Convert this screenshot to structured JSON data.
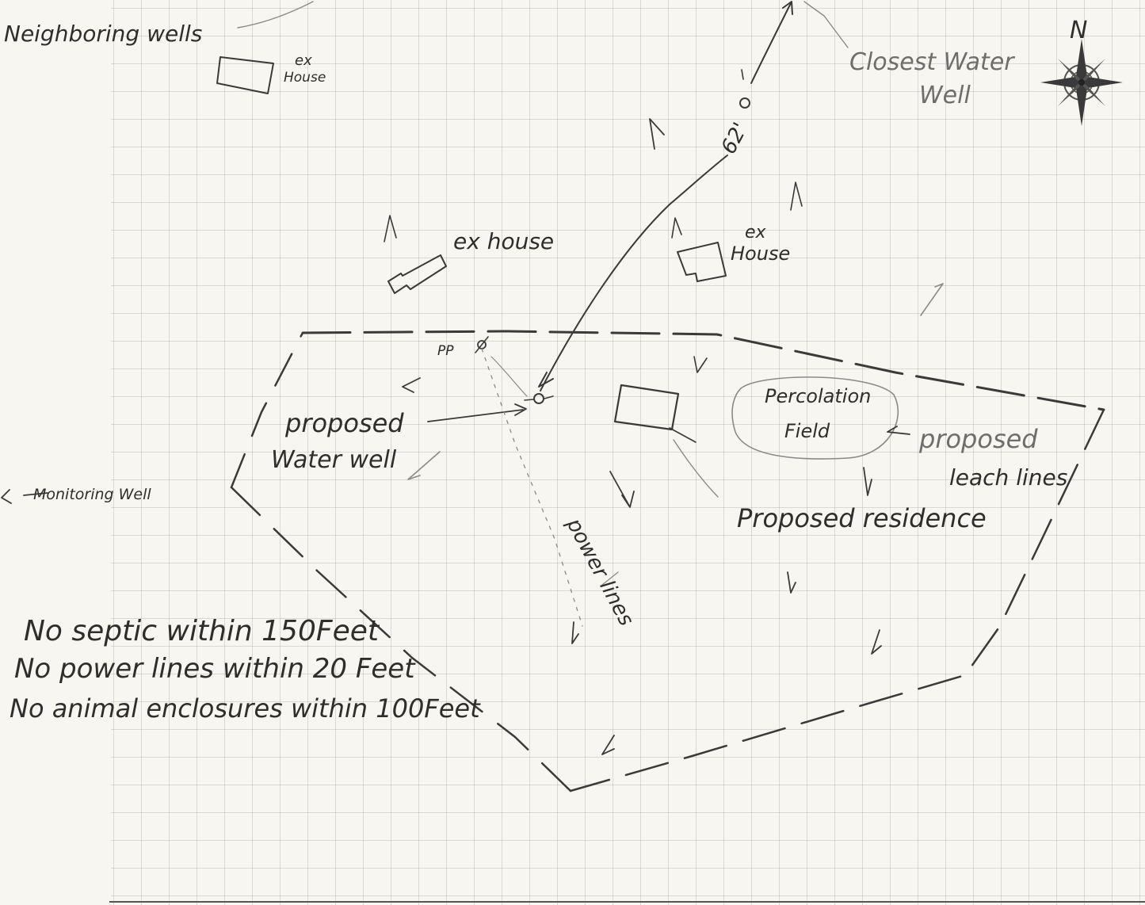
{
  "labels": {
    "neighboring_wells": "Neighboring wells",
    "ex_house_1_line1": "ex",
    "ex_house_1_line2": "House",
    "closest_water_well_line1": "Closest Water",
    "closest_water_well_line2": "Well",
    "north": "N",
    "distance": "62'",
    "ex_house_2": "ex house",
    "ex_house_3_line1": "ex",
    "ex_house_3_line2": "House",
    "pp": "PP",
    "proposed_water_well_line1": "proposed",
    "proposed_water_well_line2": "Water well",
    "percolation_field_line1": "Percolation",
    "percolation_field_line2": "Field",
    "proposed_leach_lines_line1": "proposed",
    "proposed_leach_lines_line2": "leach lines",
    "proposed_residence": "Proposed residence",
    "monitoring_well": "Monitoring Well",
    "power_lines": "power lines"
  },
  "notes": [
    "No septic within 150Feet",
    "No power lines within 20 Feet",
    "No animal enclosures within 100Feet"
  ],
  "colors": {
    "paper": "#f8f6f0",
    "pencil": "#3a3a3a",
    "grid": "#8c8c8c"
  }
}
